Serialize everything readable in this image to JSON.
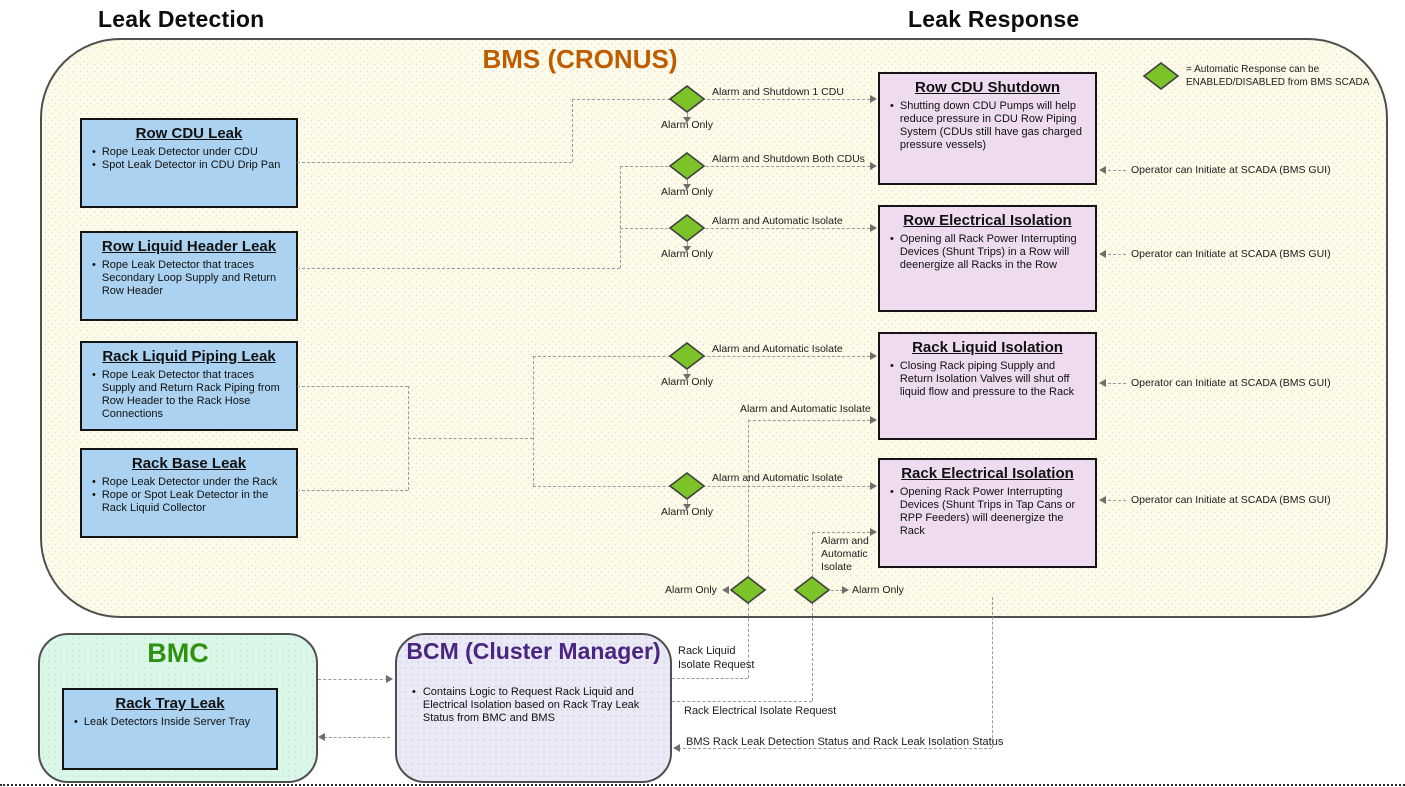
{
  "titles": {
    "left": "Leak Detection",
    "right": "Leak Response"
  },
  "bms": {
    "title": "BMS (CRONUS)",
    "legend_line1": "= Automatic Response can be",
    "legend_line2": "ENABLED/DISABLED from BMS SCADA"
  },
  "detection_boxes": [
    {
      "title": "Row CDU Leak",
      "bullets": [
        "Rope Leak Detector under CDU",
        "Spot Leak Detector in CDU Drip Pan"
      ]
    },
    {
      "title": "Row Liquid Header Leak",
      "bullets": [
        "Rope Leak Detector that traces Secondary Loop Supply and Return Row Header"
      ]
    },
    {
      "title": "Rack Liquid Piping Leak",
      "bullets": [
        "Rope Leak Detector that traces Supply and Return Rack Piping from Row Header to the Rack Hose Connections"
      ]
    },
    {
      "title": "Rack Base Leak",
      "bullets": [
        "Rope Leak Detector under the Rack",
        "Rope or Spot Leak Detector in the Rack Liquid Collector"
      ]
    }
  ],
  "response_boxes": [
    {
      "title": "Row CDU Shutdown",
      "bullets": [
        "Shutting down CDU Pumps will help reduce pressure in CDU Row Piping System (CDUs still have gas charged pressure vessels)"
      ]
    },
    {
      "title": "Row Electrical Isolation",
      "bullets": [
        "Opening all Rack Power Interrupting Devices (Shunt Trips) in a Row will deenergize all Racks in the Row"
      ]
    },
    {
      "title": "Rack Liquid Isolation",
      "bullets": [
        "Closing Rack piping Supply and Return Isolation Valves will shut off liquid flow and pressure to the Rack"
      ]
    },
    {
      "title": "Rack Electrical Isolation",
      "bullets": [
        "Opening Rack Power Interrupting Devices (Shunt Trips in Tap Cans or RPP Feeders) will deenergize the Rack"
      ]
    }
  ],
  "edge_labels": {
    "shutdown_1cdu": "Alarm and Shutdown 1 CDU",
    "shutdown_both": "Alarm and Shutdown Both CDUs",
    "auto_isolate": "Alarm and Automatic Isolate",
    "alarm_only": "Alarm Only",
    "operator": "Operator can Initiate at SCADA (BMS GUI)",
    "stacked_l1": "Alarm and",
    "stacked_l2": "Automatic",
    "stacked_l3": "Isolate",
    "rack_liquid_req_l1": "Rack Liquid",
    "rack_liquid_req_l2": "Isolate Request",
    "rack_elec_req": "Rack Electrical Isolate Request",
    "bms_status": "BMS Rack Leak Detection Status and Rack Leak Isolation Status"
  },
  "bmc": {
    "title": "BMC",
    "box_title": "Rack Tray Leak",
    "bullet": "Leak Detectors Inside Server Tray"
  },
  "bcm": {
    "title": "BCM (Cluster Manager)",
    "bullet": "Contains Logic to Request Rack Liquid and Electrical Isolation based on Rack Tray Leak Status from BMC and BMS"
  },
  "colors": {
    "bms_title": "#BE5C00",
    "bmc_title": "#2E9210",
    "bcm_title": "#4B2580",
    "diamond": "#7CC229",
    "detection_fill": "#ABD3F1",
    "response_fill": "#EEDBF0",
    "bms_fill": "#FDFBE9",
    "bmc_fill": "#DBF7E8",
    "bcm_fill": "#EAEAF7"
  }
}
